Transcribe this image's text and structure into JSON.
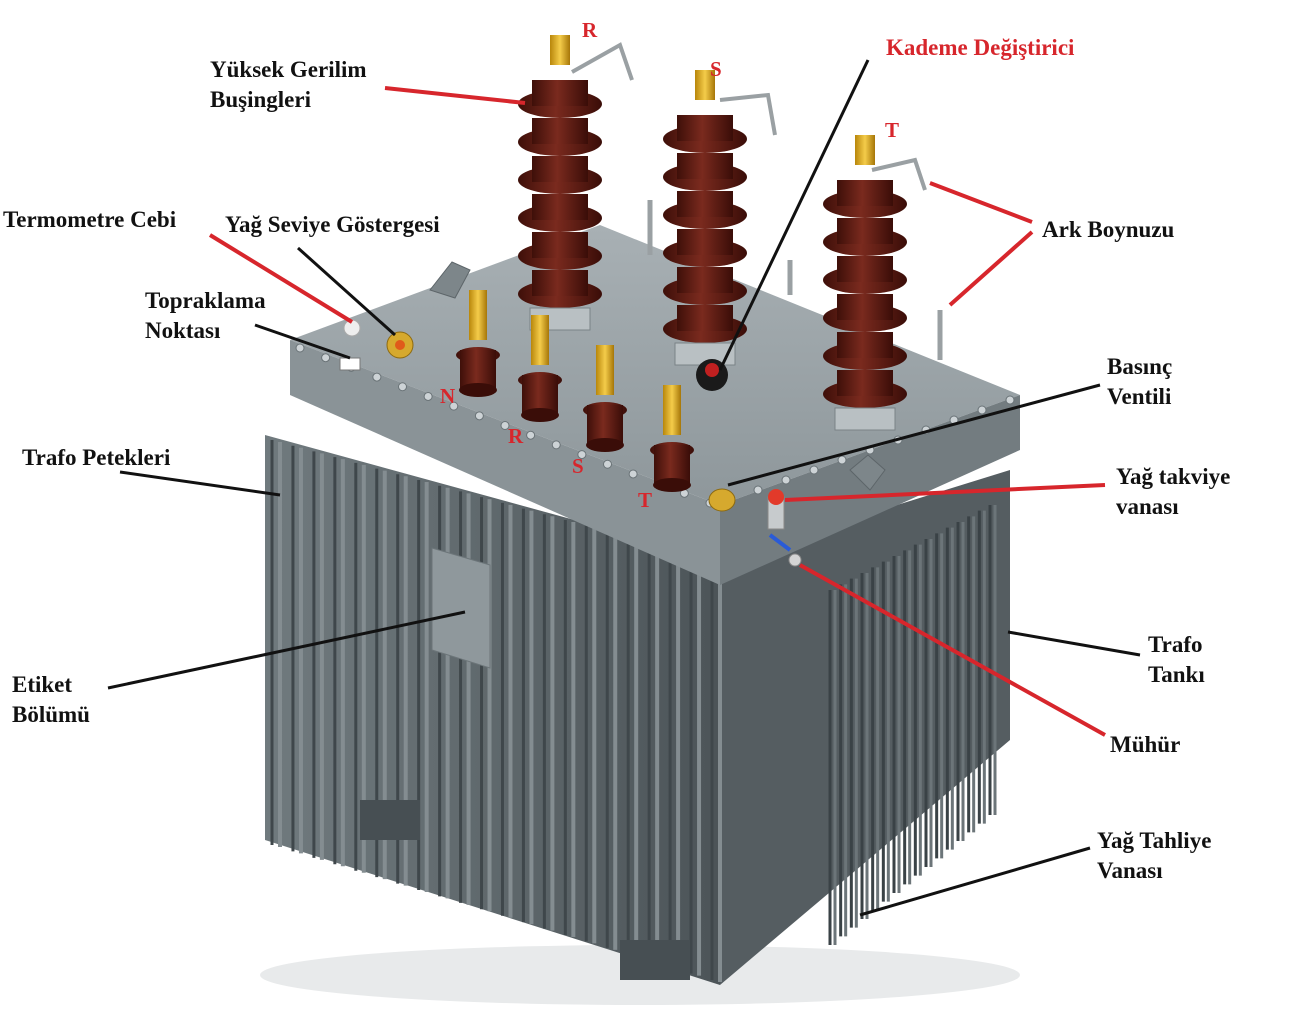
{
  "colors": {
    "label_text": "#111111",
    "label_red": "#d7262c",
    "leader_black": "#111111",
    "leader_red": "#d7262c",
    "tank": "#6b7478",
    "tank_dark": "#4f575b",
    "lid": "#9aa3a7",
    "bushing": "#5a1a12",
    "brass": "#e0b12a"
  },
  "labels": {
    "hv_bushings_line1": "Yüksek Gerilim",
    "hv_bushings_line2": "Buşingleri",
    "tap_changer": "Kademe Değiştirici",
    "thermometer_pocket": "Termometre Cebi",
    "oil_level_indicator": "Yağ Seviye Göstergesi",
    "arc_horn": "Ark Boynuzu",
    "grounding_point_line1": "Topraklama",
    "grounding_point_line2": "Noktası",
    "pressure_valve_line1": "Basınç",
    "pressure_valve_line2": "Ventili",
    "radiator_fins": "Trafo Petekleri",
    "oil_fill_valve_line1": "Yağ takviye",
    "oil_fill_valve_line2": "vanası",
    "label_section_line1": "Etiket",
    "label_section_line2": "Bölümü",
    "tank_line1": "Trafo",
    "tank_line2": "Tankı",
    "seal": "Mühür",
    "oil_drain_valve_line1": "Yağ Tahliye",
    "oil_drain_valve_line2": "Vanası"
  },
  "phases": {
    "hv": [
      "R",
      "S",
      "T"
    ],
    "lv": [
      "N",
      "R",
      "S",
      "T"
    ]
  }
}
